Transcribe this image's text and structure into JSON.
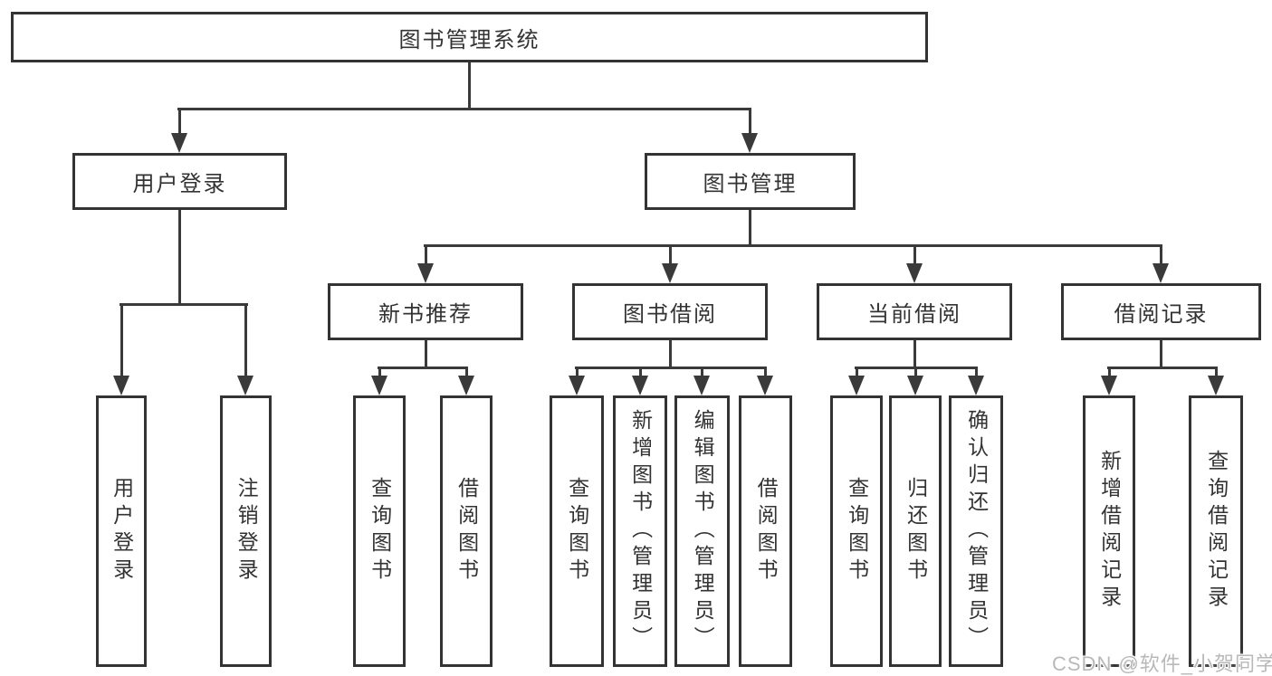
{
  "diagram": {
    "root": {
      "label": "图书管理系统"
    },
    "level2": [
      {
        "label": "用户登录"
      },
      {
        "label": "图书管理"
      }
    ],
    "level3": [
      {
        "label": "新书推荐"
      },
      {
        "label": "图书借阅"
      },
      {
        "label": "当前借阅"
      },
      {
        "label": "借阅记录"
      }
    ],
    "leaf_groups": [
      {
        "parent": "用户登录",
        "items": [
          {
            "label": "用户登录"
          },
          {
            "label": "注销登录"
          }
        ]
      },
      {
        "parent": "新书推荐",
        "items": [
          {
            "label": "查询图书"
          },
          {
            "label": "借阅图书"
          }
        ]
      },
      {
        "parent": "图书借阅",
        "items": [
          {
            "label": "查询图书"
          },
          {
            "label": "新增图书（管理员）"
          },
          {
            "label": "编辑图书（管理员）"
          },
          {
            "label": "借阅图书"
          }
        ]
      },
      {
        "parent": "当前借阅",
        "items": [
          {
            "label": "查询图书"
          },
          {
            "label": "归还图书"
          },
          {
            "label": "确认归还（管理员）"
          }
        ]
      },
      {
        "parent": "借阅记录",
        "items": [
          {
            "label": "新增借阅记录"
          },
          {
            "label": "查询借阅记录"
          }
        ]
      }
    ],
    "colors": {
      "line": "#3a3a3a",
      "text": "#333333",
      "background": "#ffffff",
      "watermark_text": "#b9b9b9"
    }
  },
  "watermark": {
    "text": "CSDN @软件_小贺同学"
  }
}
